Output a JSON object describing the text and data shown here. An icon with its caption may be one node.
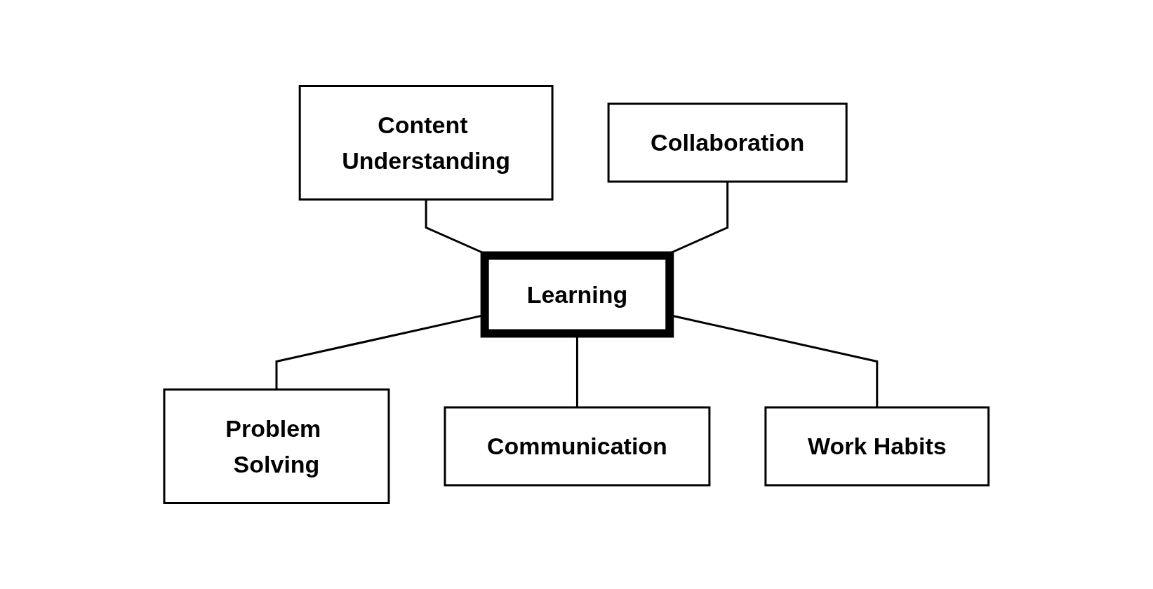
{
  "diagram": {
    "nodes": [
      {
        "text": [
          "Content Understanding"
        ]
      },
      {
        "text": [
          "Collaboration"
        ]
      },
      {
        "text": [
          "Learning"
        ]
      },
      {
        "text": [
          "Problem Solving"
        ]
      },
      {
        "text": [
          "Communication"
        ]
      },
      {
        "text": [
          "Work Habits"
        ]
      }
    ],
    "edges": [
      {
        "from": 0,
        "to": 2,
        "arrow": "none"
      },
      {
        "from": 1,
        "to": 2,
        "arrow": "none"
      },
      {
        "from": 2,
        "to": 3,
        "arrow": "none"
      },
      {
        "from": 2,
        "to": 4,
        "arrow": "none"
      },
      {
        "from": 2,
        "to": 5,
        "arrow": "none"
      }
    ]
  }
}
